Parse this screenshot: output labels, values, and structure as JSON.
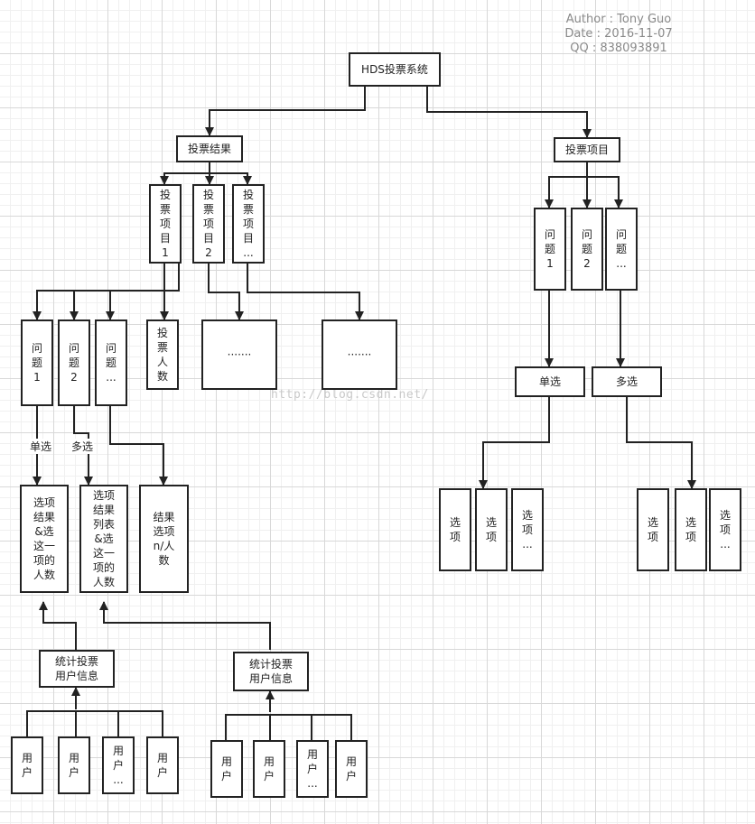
{
  "meta": {
    "author": "Author : Tony Guo",
    "date": "Date : 2016-11-07",
    "qq": "QQ : 838093891"
  },
  "watermark": "http://blog.csdn.net/",
  "nodes": {
    "root": "HDS投票系统",
    "results": "投票结果",
    "items": "投票项目",
    "item1": "投\n票\n项\n目\n1",
    "item2": "投\n票\n项\n目\n2",
    "item_more": "投\n票\n项\n目\n...",
    "q1": "问\n题\n1",
    "q2": "问\n题\n2",
    "q_more": "问\n题\n...",
    "vote_count": "投\n票\n人\n数",
    "dots1": "·······",
    "dots2": "·······",
    "res_single": "选项\n结果\n&选\n这一\n项的\n人数",
    "res_multi": "选项\n结果\n列表\n&选\n这一\n项的\n人数",
    "res_n": "结果\n选项\nn/人\n数",
    "stat1": "统计投票\n用户信息",
    "stat2": "统计投票\n用户信息",
    "u1": "用\n户",
    "u2": "用\n户",
    "u3": "用\n户\n...",
    "u4": "用\n户",
    "u5": "用\n户",
    "u6": "用\n户",
    "u7": "用\n户\n...",
    "u8": "用\n户",
    "rq1": "问\n题\n1",
    "rq2": "问\n题\n2",
    "rq_more": "问\n题\n...",
    "single": "单选",
    "multi": "多选",
    "so1": "选\n项",
    "so2": "选\n项",
    "so3": "选\n项\n...",
    "mo1": "选\n项",
    "mo2": "选\n项",
    "mo3": "选\n项\n..."
  },
  "edge_labels": {
    "single": "单选",
    "multi": "多选"
  }
}
